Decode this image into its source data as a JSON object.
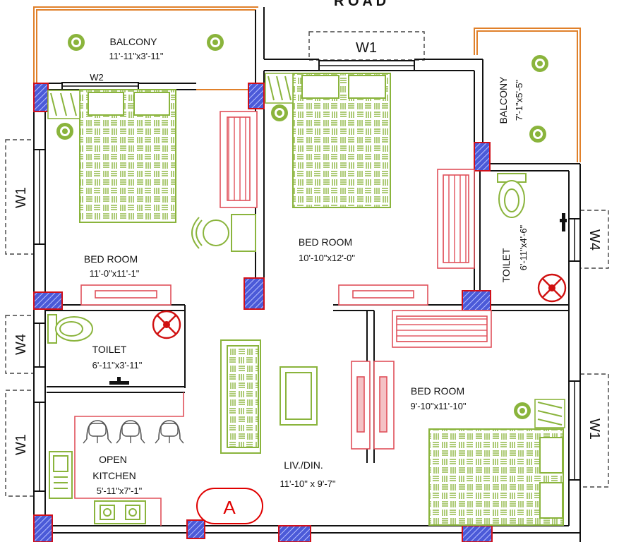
{
  "road_label": "R O A D",
  "rooms": {
    "balcony_left": {
      "name": "BALCONY",
      "size": "11'-11\"x3'-11\""
    },
    "balcony_right": {
      "name": "BALCONY",
      "size": "7'-1\"x5'-5\""
    },
    "bed_room_1": {
      "name": "BED ROOM",
      "size": "11'-0\"x11'-1\""
    },
    "bed_room_2": {
      "name": "BED ROOM",
      "size": "10'-10\"x12'-0\""
    },
    "bed_room_3": {
      "name": "BED ROOM",
      "size": "9'-10\"x11'-10\""
    },
    "toilet_left": {
      "name": "TOILET",
      "size": "6'-11\"x3'-11\""
    },
    "toilet_right": {
      "name": "TOILET",
      "size": "6'-11\"x4'-6\""
    },
    "kitchen": {
      "name_line1": "OPEN",
      "name_line2": "KITCHEN",
      "size": "5'-11\"x7'-1\""
    },
    "living": {
      "name": "LIV./DIN.",
      "size": "11'-10\" x 9'-7\""
    }
  },
  "windows": {
    "w1_top": "W1",
    "w2_top": "W2",
    "w1_left_upper": "W1",
    "w4_left": "W4",
    "w1_left_lower": "W1",
    "w4_right": "W4",
    "w1_right": "W1"
  },
  "marker": "A",
  "colors": {
    "wall": "#111111",
    "furniture": "#8ab43c",
    "red_fixture": "#e0505a",
    "column_fill": "#4b5ad8",
    "column_border": "#d0101a",
    "railing": "#e0802a"
  }
}
